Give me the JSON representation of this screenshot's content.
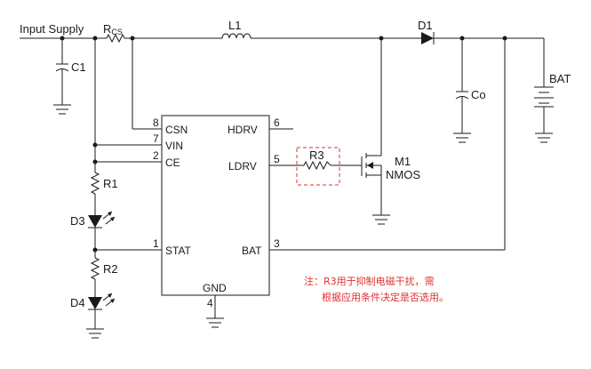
{
  "schematic": {
    "input_label": "Input Supply",
    "rcs_label": "R",
    "rcs_sub": "CS",
    "l1_label": "L1",
    "d1_label": "D1",
    "c1_label": "C1",
    "co_label": "Co",
    "bat_label": "BAT",
    "r1_label": "R1",
    "r2_label": "R2",
    "r3_label": "R3",
    "d3_label": "D3",
    "d4_label": "D4",
    "m1_label": "M1",
    "m1_type": "NMOS"
  },
  "ic": {
    "pins_left": [
      {
        "num": "8",
        "name": "CSN"
      },
      {
        "num": "7",
        "name": "VIN"
      },
      {
        "num": "2",
        "name": "CE"
      },
      {
        "num": "1",
        "name": "STAT"
      }
    ],
    "pins_right": [
      {
        "num": "6",
        "name": "HDRV"
      },
      {
        "num": "5",
        "name": "LDRV"
      },
      {
        "num": "3",
        "name": "BAT"
      }
    ],
    "pin_bottom": {
      "num": "4",
      "name": "GND"
    }
  },
  "note": {
    "line1": "注：R3用于抑制电磁干扰，需",
    "line2": "根据应用条件决定是否选用。",
    "color": "#e03030"
  },
  "colors": {
    "wire": "#1a1a1a",
    "accent": "#e03030"
  }
}
